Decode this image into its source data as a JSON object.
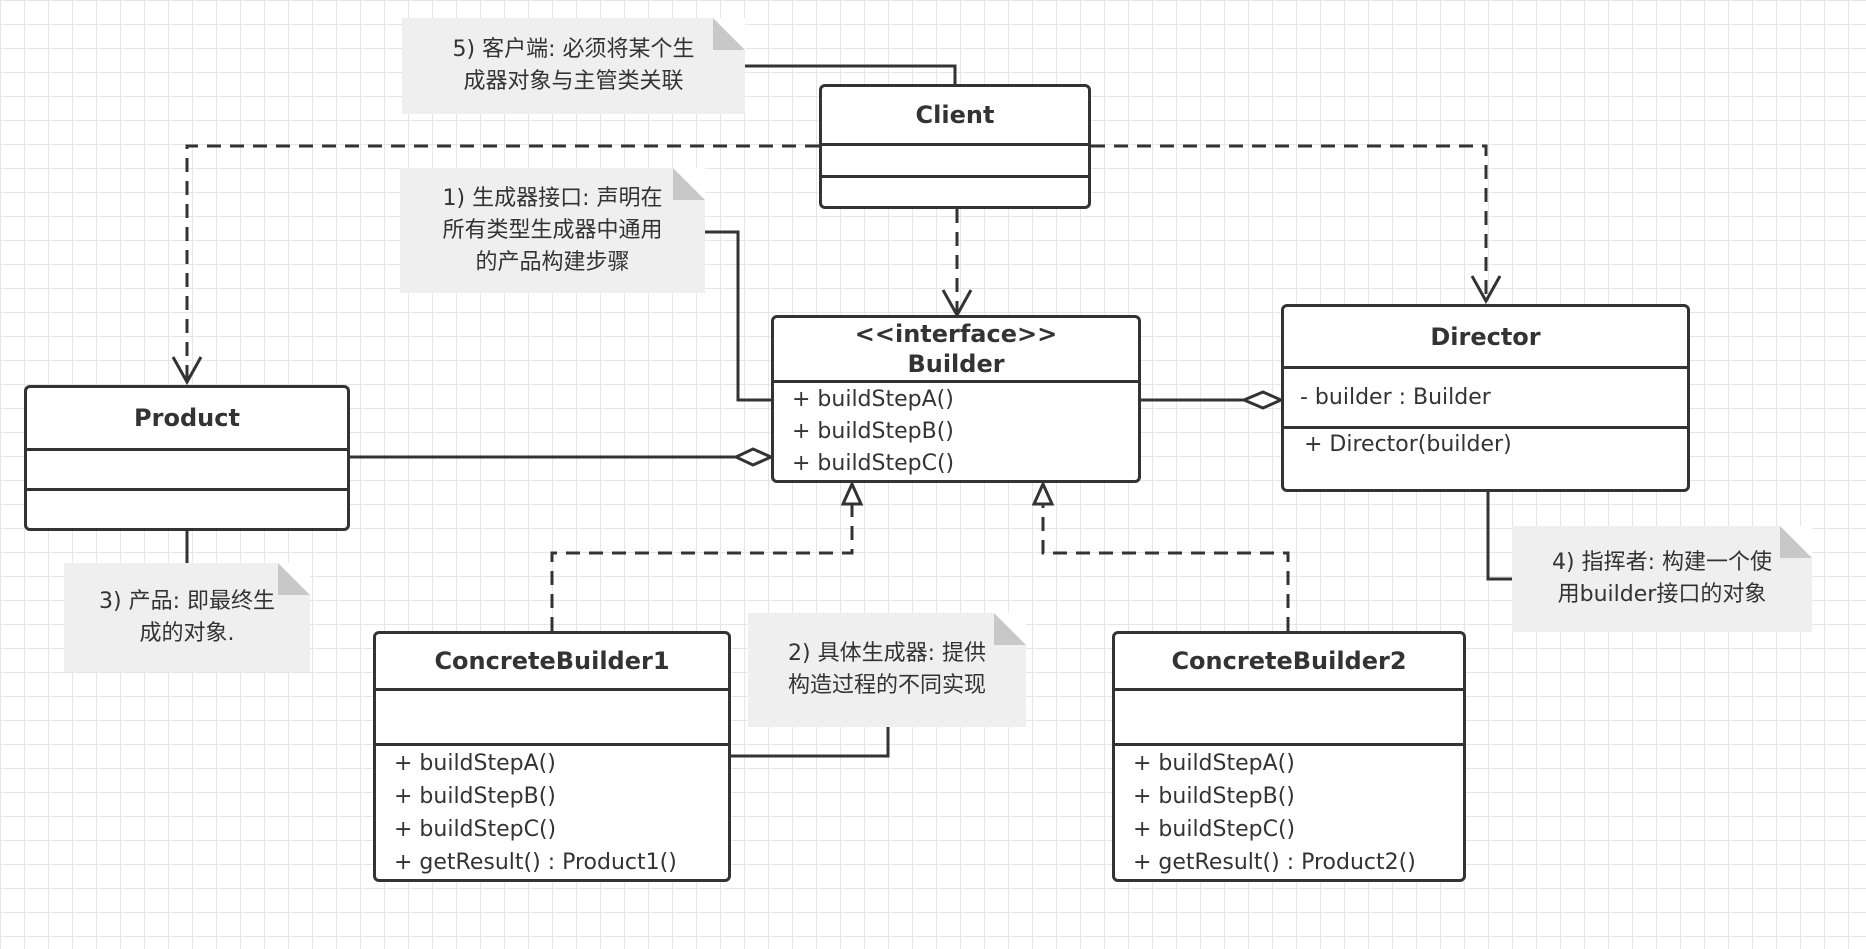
{
  "classes": {
    "client": {
      "name": "Client"
    },
    "builder": {
      "stereotype": "<<interface>>",
      "name": "Builder",
      "operations": [
        "+ buildStepA()",
        "+ buildStepB()",
        "+ buildStepC()"
      ]
    },
    "director": {
      "name": "Director",
      "attributes": [
        "- builder : Builder"
      ],
      "operations": [
        "+ Director(builder)"
      ]
    },
    "product": {
      "name": "Product"
    },
    "concrete1": {
      "name": "ConcreteBuilder1",
      "operations": [
        "+ buildStepA()",
        "+ buildStepB()",
        "+ buildStepC()",
        "+ getResult() : Product1()"
      ]
    },
    "concrete2": {
      "name": "ConcreteBuilder2",
      "operations": [
        "+ buildStepA()",
        "+ buildStepB()",
        "+ buildStepC()",
        "+ getResult() : Product2()"
      ]
    }
  },
  "notes": {
    "client": [
      "5) 客户端: 必须将某个生",
      "成器对象与主管类关联"
    ],
    "builder": [
      "1) 生成器接口: 声明在",
      "所有类型生成器中通用",
      "的产品构建步骤"
    ],
    "product": [
      "3) 产品: 即最终生",
      "成的对象."
    ],
    "concrete": [
      "2) 具体生成器: 提供",
      "构造过程的不同实现"
    ],
    "director": [
      "4) 指挥者: 构建一个使",
      "用builder接口的对象"
    ]
  },
  "colors": {
    "line": "#333333",
    "note_background": "#efefef",
    "note_fold": "#c8c8c8",
    "grid": "#e6e6e6"
  }
}
